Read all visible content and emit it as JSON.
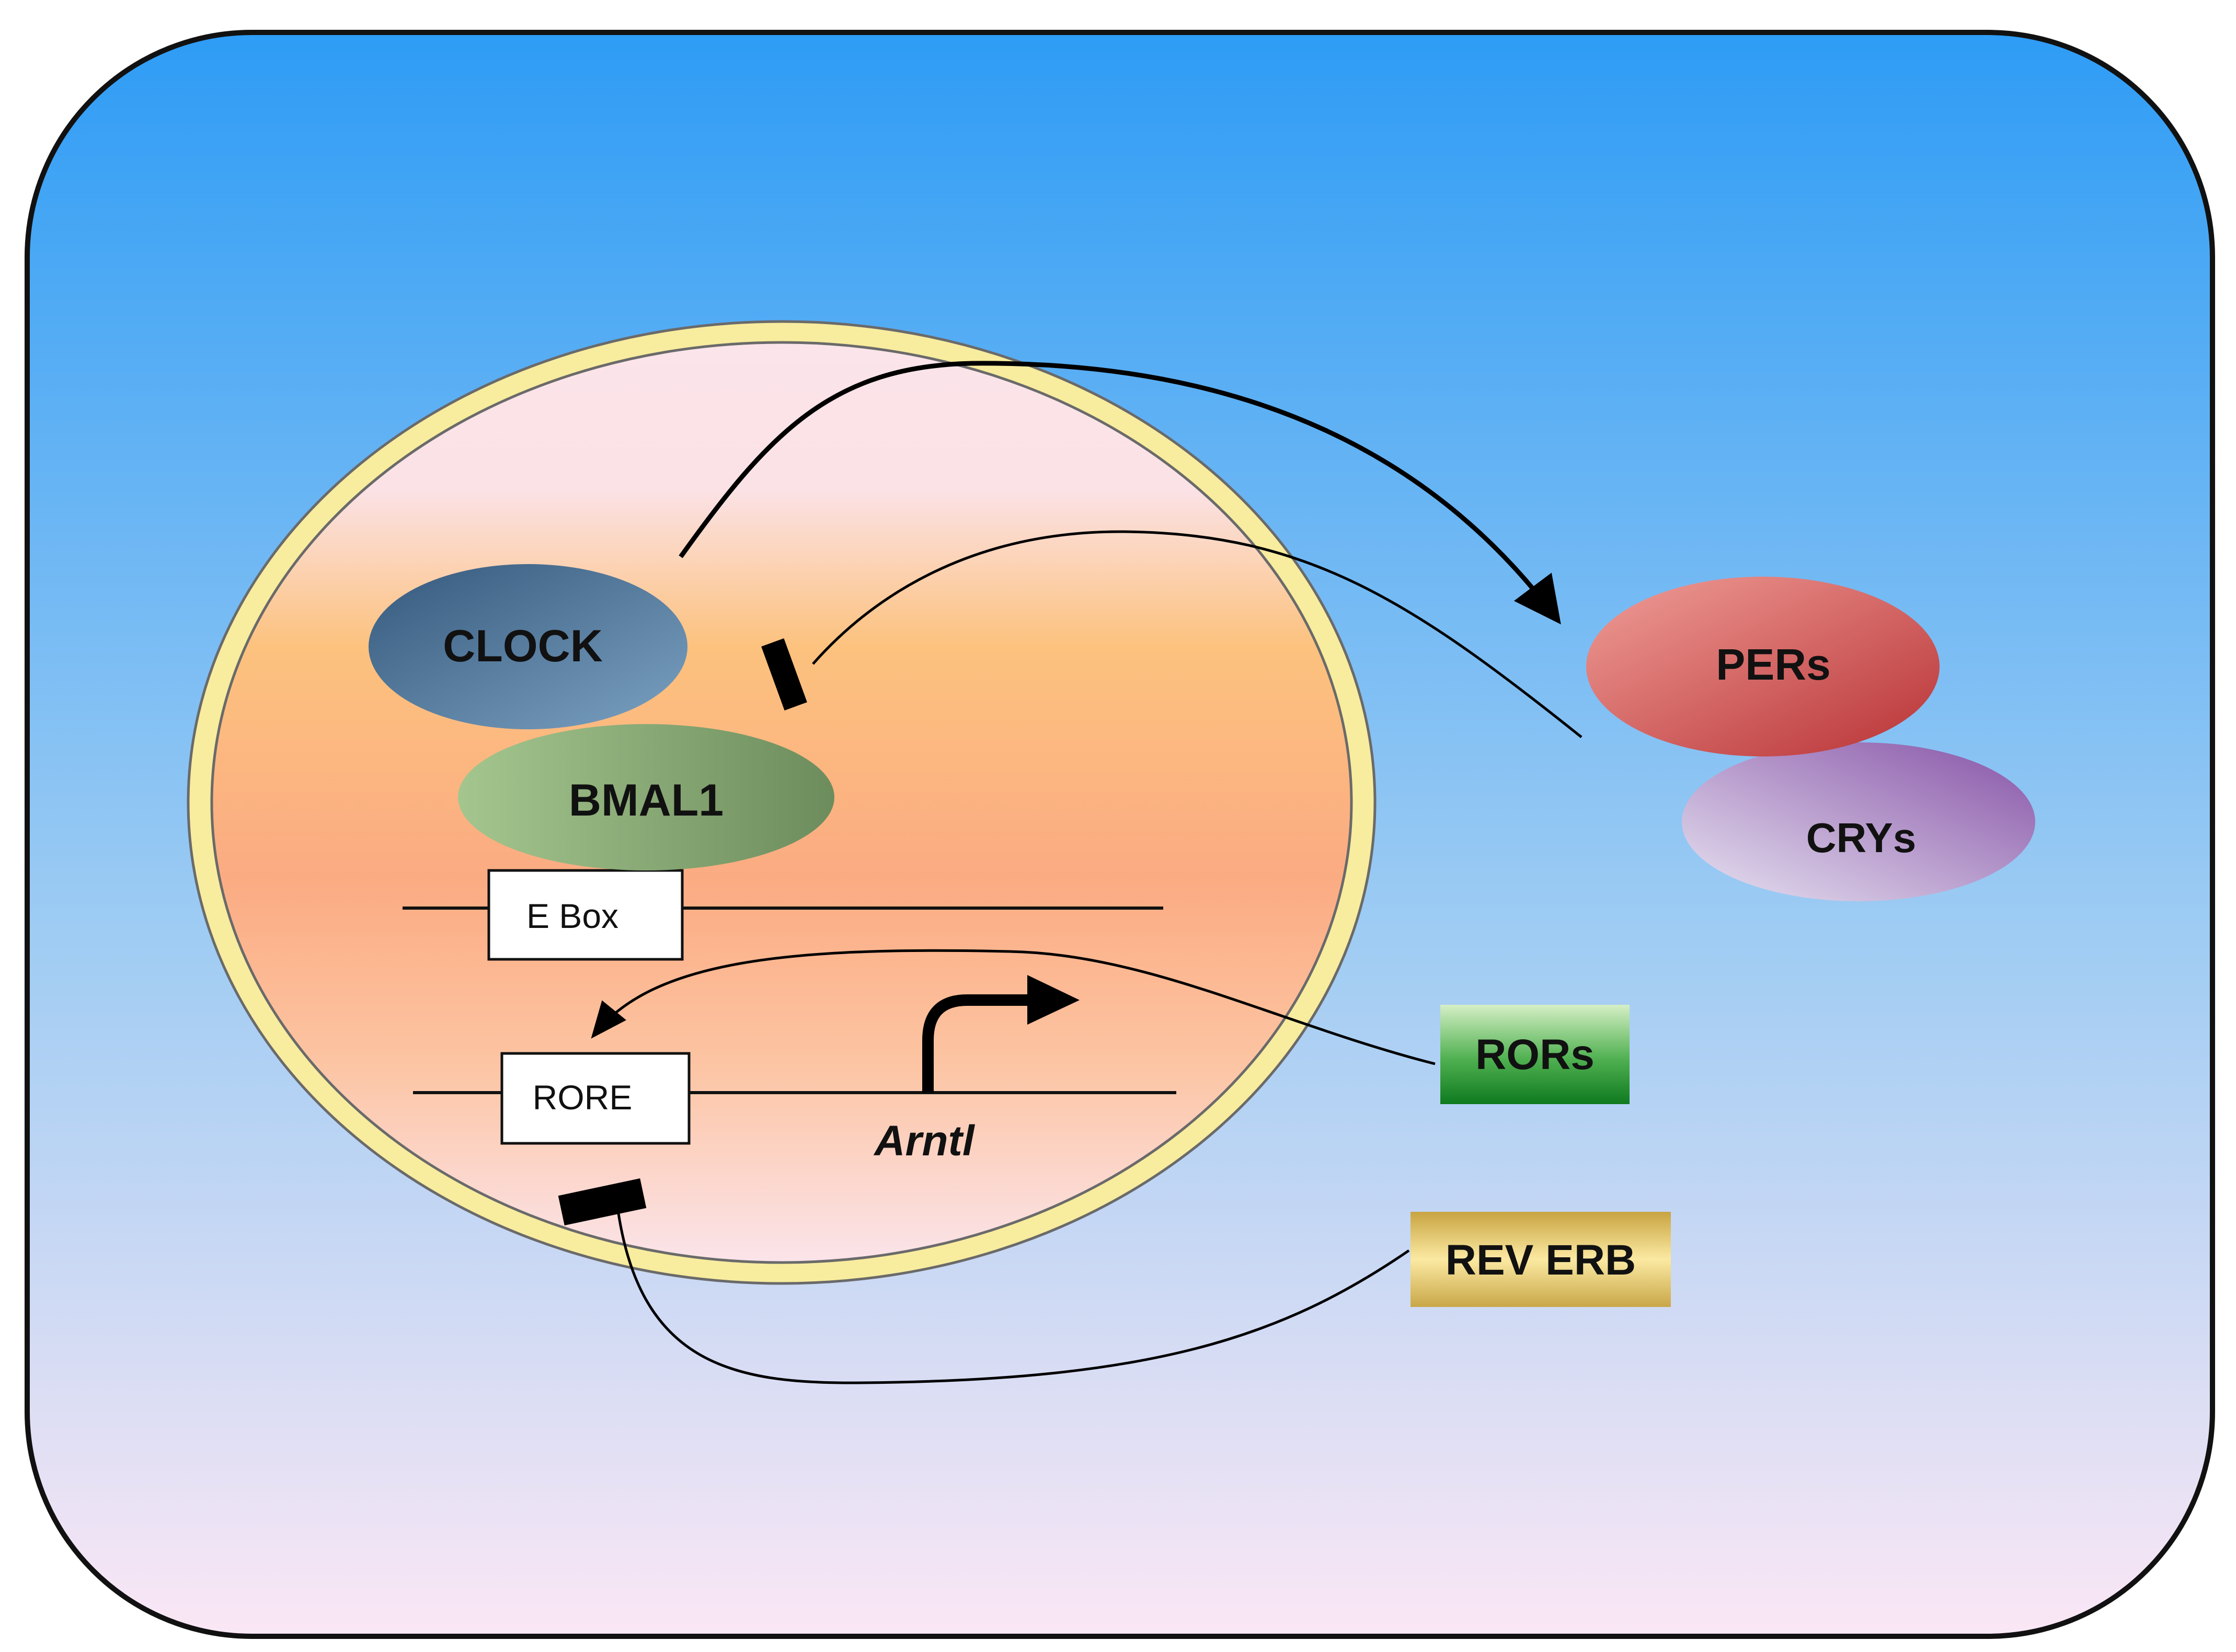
{
  "labels": {
    "clock": "CLOCK",
    "bmal1": "BMAL1",
    "ebox": "E Box",
    "rore": "RORE",
    "gene": "Arntl",
    "pers": "PERs",
    "crys": "CRYs",
    "rors": "RORs",
    "reverb": "REV ERB"
  },
  "colors": {
    "cell_top": "#2e9cf5",
    "cell_bottom": "#fbe7f5",
    "nucleus_rim": "#f8ec9e",
    "clock": "#4e7396",
    "bmal1": "#86a672",
    "pers": "#d2504d",
    "crys": "#8f64ad",
    "rors": "#1f8a2d",
    "reverb": "#d9b955"
  }
}
